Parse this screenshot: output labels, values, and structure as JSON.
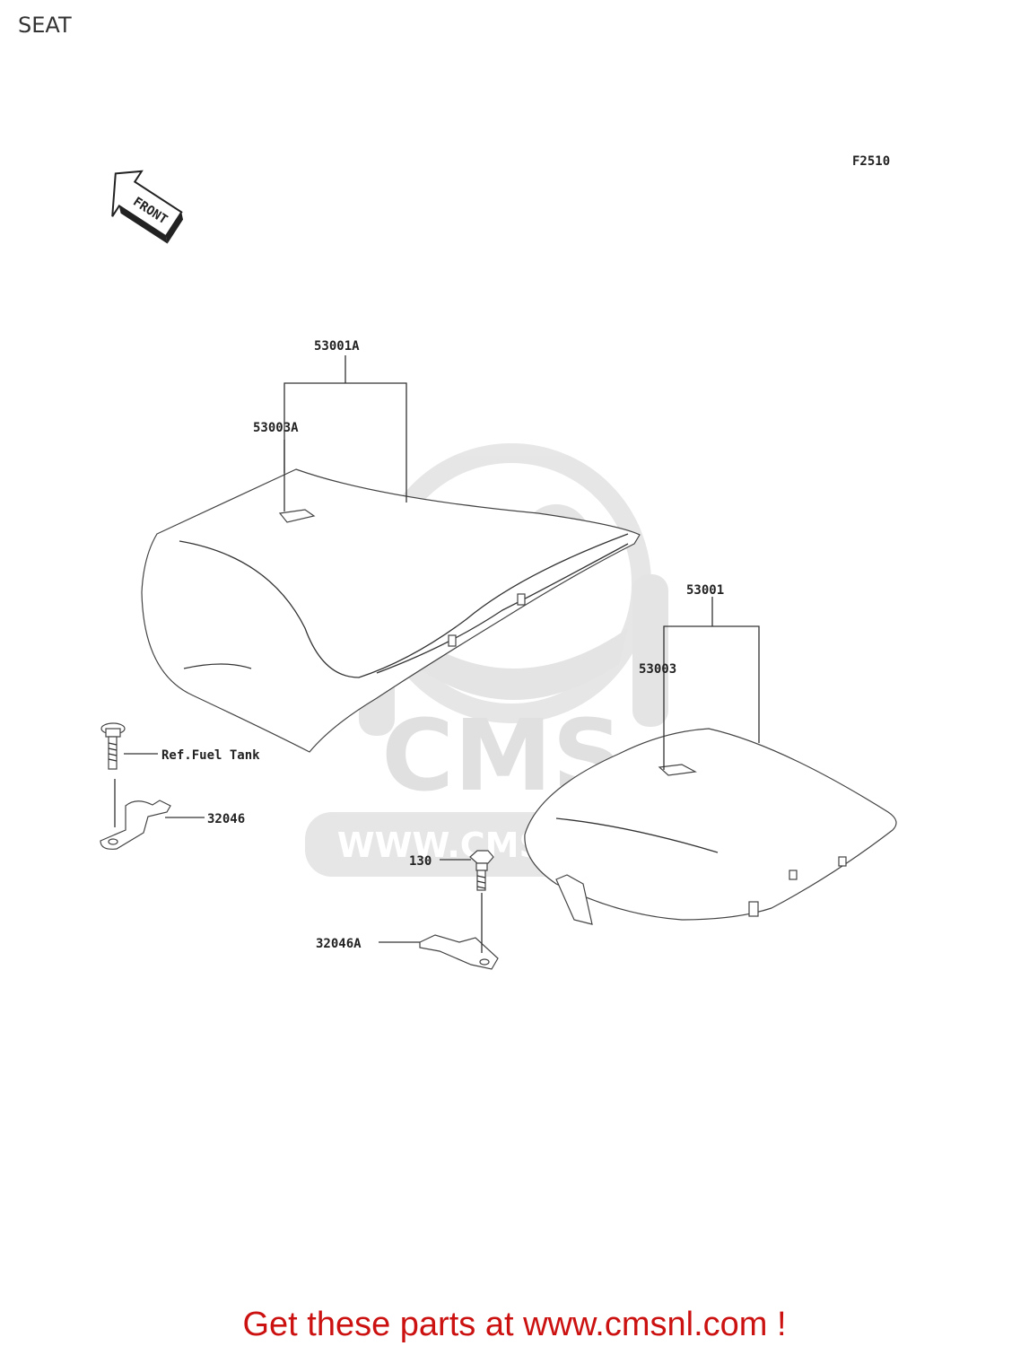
{
  "page": {
    "title": "SEAT"
  },
  "diagram": {
    "figure_id": "F2510",
    "direction_label": "FRONT",
    "watermark": {
      "brand": "CMS",
      "url": "WWW.CMSNL.COM"
    },
    "callouts": [
      {
        "id": "53001A",
        "label": "53001A"
      },
      {
        "id": "53003A",
        "label": "53003A"
      },
      {
        "id": "53001",
        "label": "53001"
      },
      {
        "id": "53003",
        "label": "53003"
      },
      {
        "id": "ref-fuel-tank",
        "label": "Ref.Fuel Tank"
      },
      {
        "id": "32046",
        "label": "32046"
      },
      {
        "id": "130",
        "label": "130"
      },
      {
        "id": "32046A",
        "label": "32046A"
      }
    ]
  },
  "footer": {
    "text": "Get these parts at www.cmsnl.com !"
  }
}
